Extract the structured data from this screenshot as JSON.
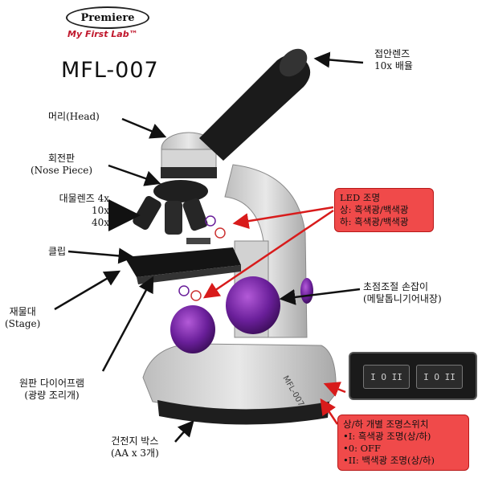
{
  "logo": {
    "brand": "Premiere",
    "line": "My First Lab™"
  },
  "model": "MFL-007",
  "labels": {
    "eyepiece": [
      "접안렌즈",
      "10x 배율"
    ],
    "head": "머리(Head)",
    "nosepiece": [
      "회전판",
      "(Nose Piece)"
    ],
    "objective": [
      "대물렌즈  4x",
      "10x",
      "40x"
    ],
    "clip": "클립",
    "stage": [
      "재물대",
      "(Stage)"
    ],
    "diaphragm": [
      "원판 다이어프램",
      "(광량 조리개)"
    ],
    "battery": [
      "건전지 박스",
      "(AA x 3개)"
    ],
    "focus": [
      "초점조절 손잡이",
      "(메탈톱니기어내장)"
    ],
    "body_text": "MFL-007"
  },
  "led_box": {
    "title": "LED 조명",
    "upper": "상: 흑색광/백색광",
    "lower": "하: 흑색광/백색광"
  },
  "switch_box": {
    "title": "상/하 개별 조명스위치",
    "i": "•I: 흑색광 조명(상/하)",
    "o": "•0: OFF",
    "ii": "•II: 백색광 조명(상/하)"
  },
  "switches": [
    "I O II",
    "I O II"
  ],
  "colors": {
    "accent_red": "#f04a4a",
    "knob_purple": "#6a1f9a",
    "body_gray": "#d9d9d9"
  }
}
